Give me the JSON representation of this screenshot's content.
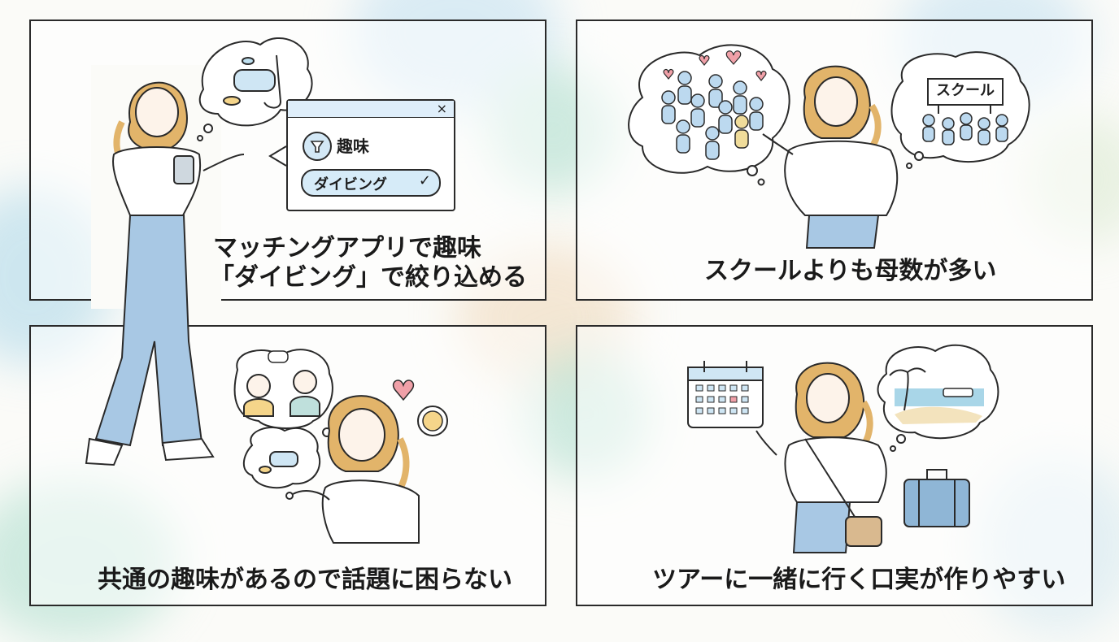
{
  "panels": [
    {
      "caption_line1": "マッチングアプリで趣味",
      "caption_line2": "「ダイビング」で絞り込める"
    },
    {
      "caption": "スクールよりも母数が多い"
    },
    {
      "caption": "共通の趣味があるので話題に困らない"
    },
    {
      "caption": "ツアーに一緒に行く口実が作りやすい"
    }
  ],
  "filter_popup": {
    "close_symbol": "×",
    "filter_label": "趣味",
    "selected_chip": "ダイビング",
    "check_symbol": "✓",
    "icons": [
      "funnel-icon",
      "close-icon",
      "check-icon"
    ]
  },
  "school_sign": {
    "text": "スクール"
  },
  "colors": {
    "border": "#2a2a2a",
    "accent_blue": "#a9cfe9",
    "denim": "#a8c8e4",
    "hair": "#e2b46a",
    "heart": "#f0a0a8",
    "suitcase": "#8fb6d6"
  }
}
